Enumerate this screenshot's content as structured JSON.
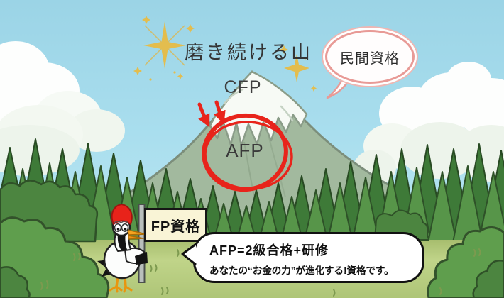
{
  "title": "磨き続ける山",
  "mountain": {
    "peak_label": "CFP",
    "circled_label": "AFP"
  },
  "top_bubble": {
    "label": "民間資格"
  },
  "flag": {
    "label": "FP資格"
  },
  "bottom_bubble": {
    "line1": "AFP=2級合格+研修",
    "line2": "あなたの“お金の力”が進化する!資格です。"
  },
  "icons": {
    "sparkles": "sparkle-icon",
    "mascot": "red-crowned-crane-mascot",
    "annotation": "red-circle-and-arrows"
  },
  "colors": {
    "sky": "#a9deee",
    "cloud": "#fdfefd",
    "mountain_green": "#a2b99e",
    "snow": "#f7faf5",
    "forest_dark": "#3e7a38",
    "forest_light": "#579549",
    "bush": "#5f9e4d",
    "meadow": "#c0d489",
    "accent_red": "#e8241b",
    "bubble_pink_border": "#e89a96",
    "flag_bg": "#f9f4d6",
    "sparkle_gold": "#e3bd4e"
  }
}
